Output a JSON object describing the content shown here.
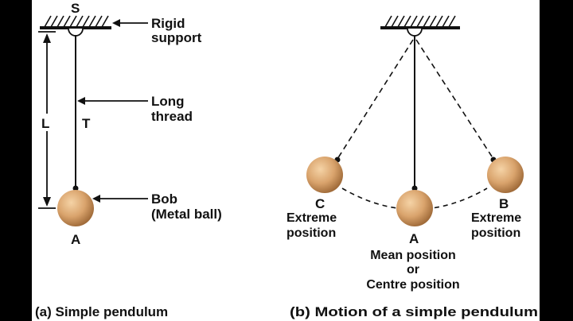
{
  "colors": {
    "panel_bg": "#ffffff",
    "frame_bg": "#000000",
    "line": "#111111",
    "bob_light": "#f5d3a6",
    "bob_mid": "#d9a36c",
    "bob_dark": "#9a6534"
  },
  "simple_pendulum": {
    "support_letter": "S",
    "support_label_line1": "Rigid",
    "support_label_line2": "support",
    "length_letter": "L",
    "thread_letter": "T",
    "thread_label_line1": "Long",
    "thread_label_line2": "thread",
    "bob_label_line1": "Bob",
    "bob_label_line2": "(Metal ball)",
    "bob_letter": "A",
    "caption": "(a) Simple pendulum"
  },
  "pendulum_motion": {
    "left_letter": "C",
    "left_label_line1": "Extreme",
    "left_label_line2": "position",
    "right_letter": "B",
    "right_label_line1": "Extreme",
    "right_label_line2": "position",
    "center_letter": "A",
    "center_label_line1": "Mean position",
    "center_label_line2": "or",
    "center_label_line3": "Centre position",
    "caption": "(b) Motion of a simple pendulum"
  }
}
